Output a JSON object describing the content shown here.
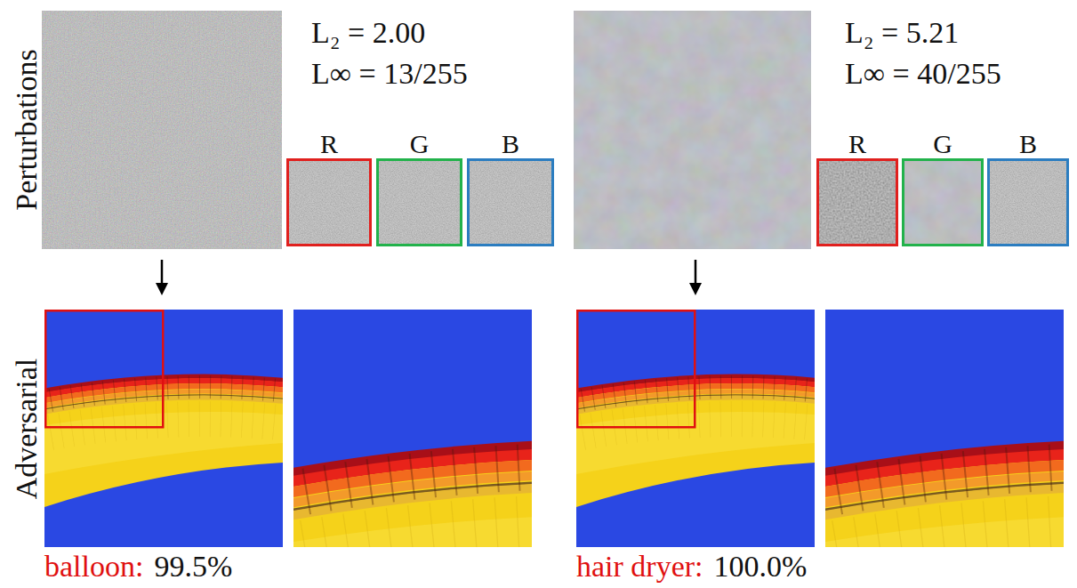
{
  "diagram": {
    "nodes": [
      {
        "text": [
          "R"
        ]
      },
      {
        "text": [
          "G"
        ]
      },
      {
        "text": [
          "B"
        ]
      },
      {
        "text": [
          "R"
        ]
      },
      {
        "text": [
          "G"
        ]
      },
      {
        "text": [
          "B"
        ]
      }
    ],
    "labels": [
      "Perturbations",
      "Adversarial",
      "L₂ = 2.00",
      "L∞ = 13/255",
      "balloon:",
      "99.5%",
      "L₂ = 5.21",
      "L∞ = 40/255",
      "hair dryer:",
      "100.0%"
    ]
  }
}
